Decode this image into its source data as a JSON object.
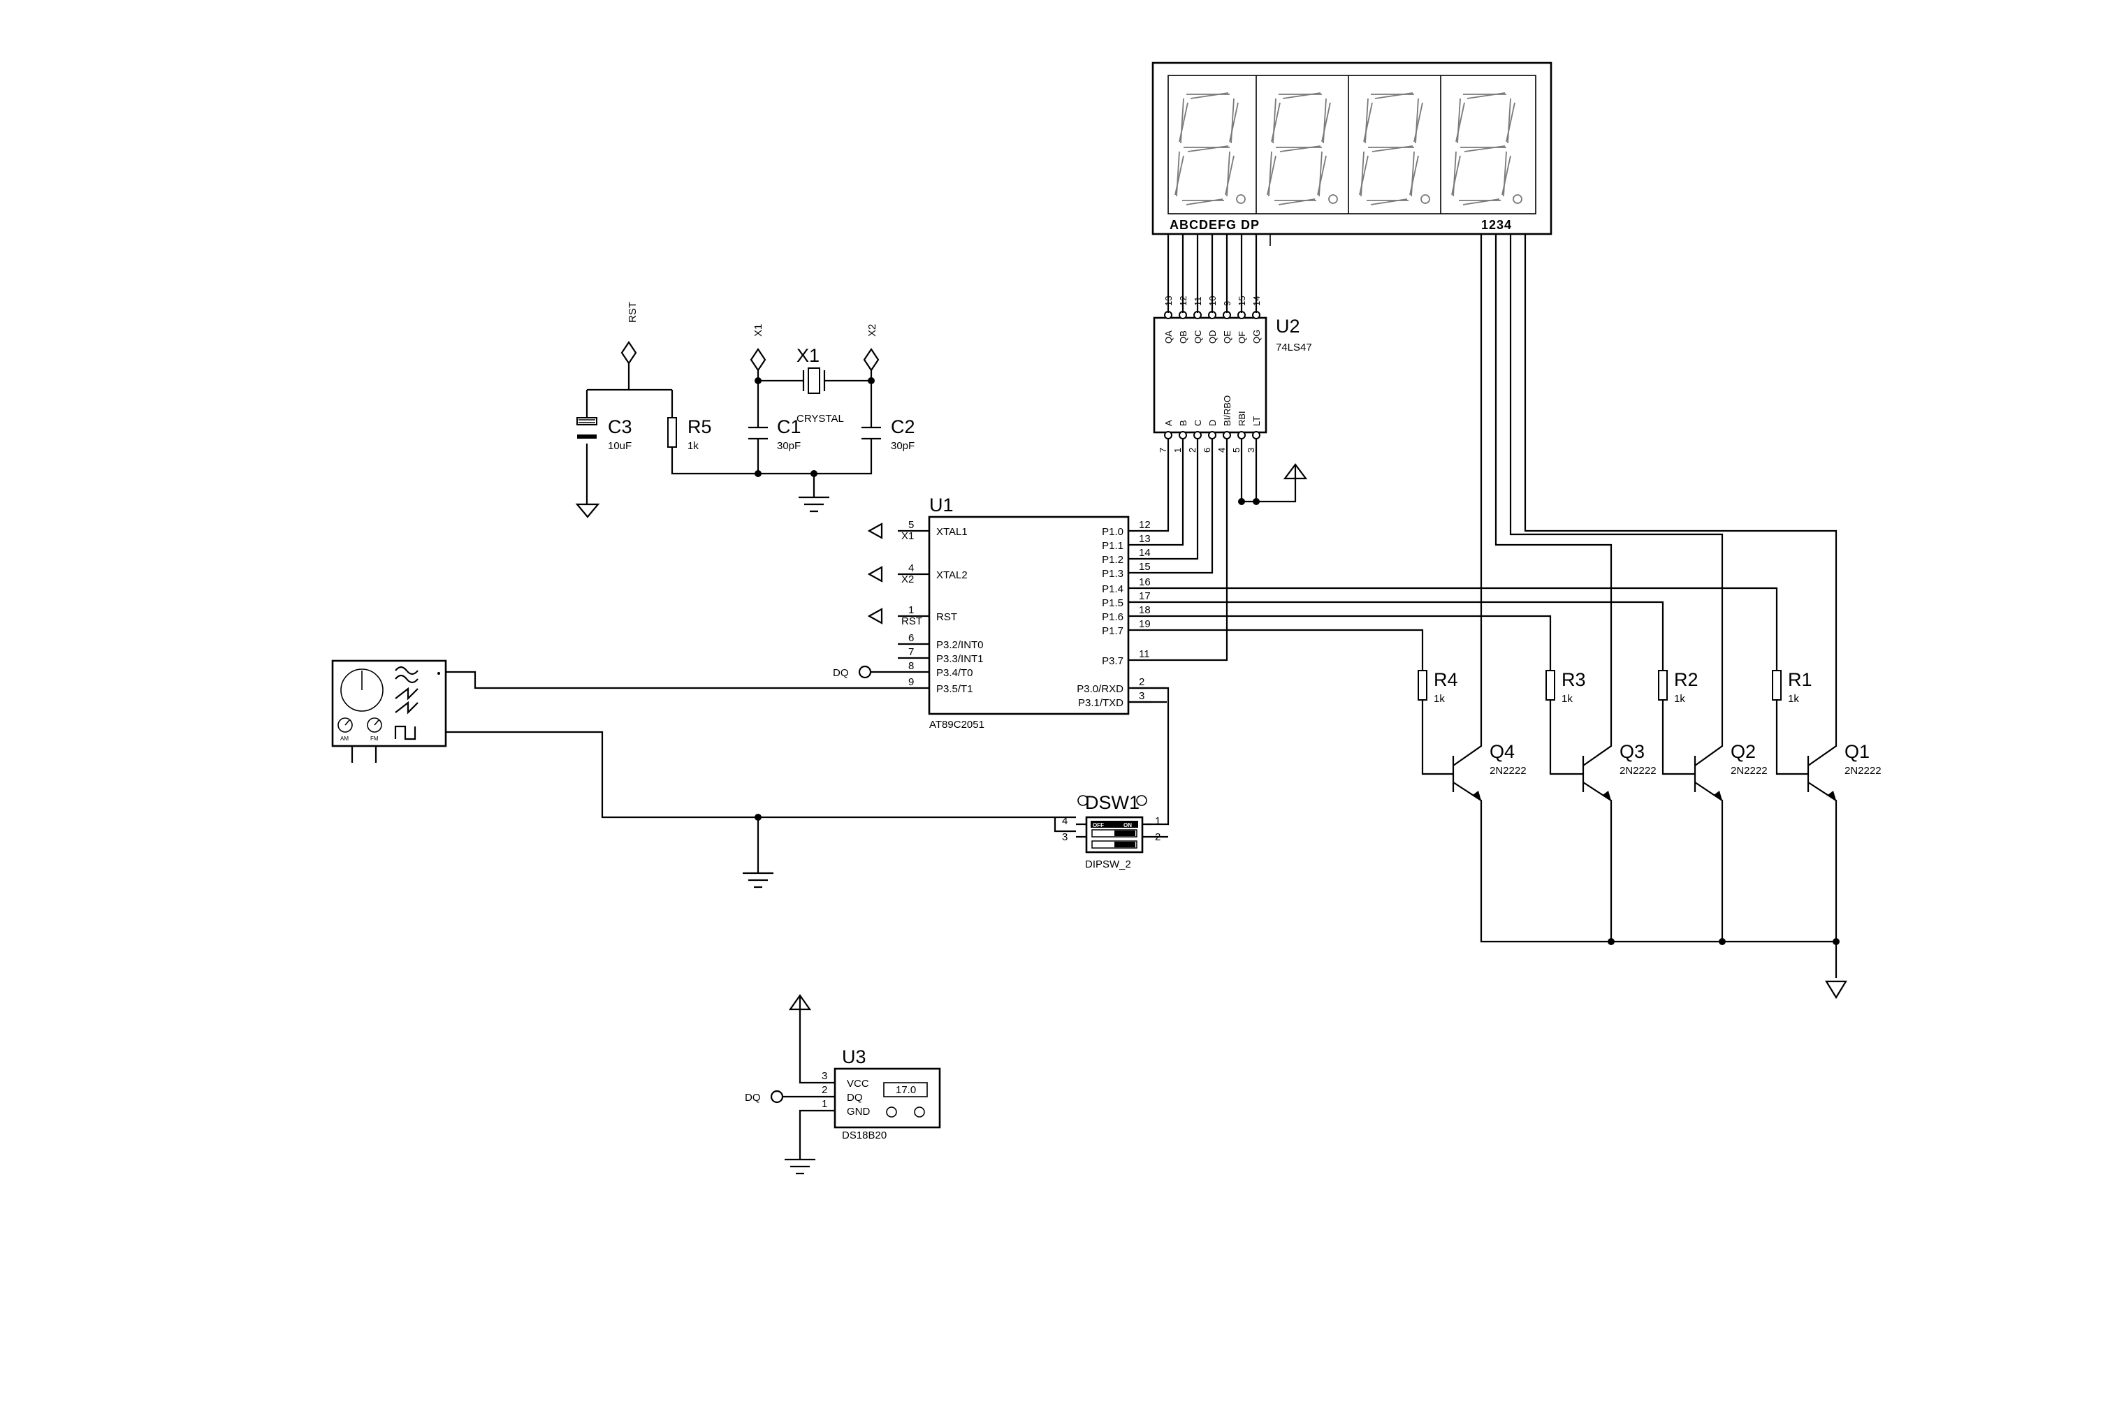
{
  "display": {
    "segment_labels": "ABCDEFG  DP",
    "digit_labels": "1234",
    "digit_count": 4
  },
  "u2": {
    "ref": "U2",
    "value": "74LS47",
    "top_pins": [
      {
        "num": "13",
        "name": "QA"
      },
      {
        "num": "12",
        "name": "QB"
      },
      {
        "num": "11",
        "name": "QC"
      },
      {
        "num": "10",
        "name": "QD"
      },
      {
        "num": "9",
        "name": "QE"
      },
      {
        "num": "15",
        "name": "QF"
      },
      {
        "num": "14",
        "name": "QG"
      }
    ],
    "bottom_pins": [
      {
        "num": "7",
        "name": "A"
      },
      {
        "num": "1",
        "name": "B"
      },
      {
        "num": "2",
        "name": "C"
      },
      {
        "num": "6",
        "name": "D"
      },
      {
        "num": "4",
        "name": "BI/RBO"
      },
      {
        "num": "5",
        "name": "RBI"
      },
      {
        "num": "3",
        "name": "LT"
      }
    ]
  },
  "u1": {
    "ref": "U1",
    "value": "AT89C2051",
    "left_pins": [
      {
        "num": "5",
        "name": "XTAL1",
        "net": "X1"
      },
      {
        "num": "4",
        "name": "XTAL2",
        "net": "X2"
      },
      {
        "num": "1",
        "name": "RST",
        "net": "RST"
      },
      {
        "num": "6",
        "name": "P3.2/INT0",
        "net": ""
      },
      {
        "num": "7",
        "name": "P3.3/INT1",
        "net": ""
      },
      {
        "num": "8",
        "name": "P3.4/T0",
        "net": ""
      },
      {
        "num": "9",
        "name": "P3.5/T1",
        "net": ""
      }
    ],
    "right_pins": [
      {
        "num": "12",
        "name": "P1.0"
      },
      {
        "num": "13",
        "name": "P1.1"
      },
      {
        "num": "14",
        "name": "P1.2"
      },
      {
        "num": "15",
        "name": "P1.3"
      },
      {
        "num": "16",
        "name": "P1.4"
      },
      {
        "num": "17",
        "name": "P1.5"
      },
      {
        "num": "18",
        "name": "P1.6"
      },
      {
        "num": "19",
        "name": "P1.7"
      },
      {
        "num": "11",
        "name": "P3.7"
      },
      {
        "num": "2",
        "name": "P3.0/RXD"
      },
      {
        "num": "3",
        "name": "P3.1/TXD"
      }
    ]
  },
  "u3": {
    "ref": "U3",
    "value": "DS18B20",
    "readout": "17.0",
    "pins": [
      {
        "num": "3",
        "name": "VCC"
      },
      {
        "num": "2",
        "name": "DQ"
      },
      {
        "num": "1",
        "name": "GND"
      }
    ]
  },
  "terminals": {
    "rst": "RST",
    "x1": "X1",
    "x2": "X2",
    "dq": "DQ"
  },
  "passives": {
    "c3": {
      "ref": "C3",
      "value": "10uF"
    },
    "r5": {
      "ref": "R5",
      "value": "1k"
    },
    "x1": {
      "ref": "X1",
      "value": "CRYSTAL"
    },
    "c1": {
      "ref": "C1",
      "value": "30pF"
    },
    "c2": {
      "ref": "C2",
      "value": "30pF"
    }
  },
  "resistors": [
    {
      "ref": "R4",
      "value": "1k"
    },
    {
      "ref": "R3",
      "value": "1k"
    },
    {
      "ref": "R2",
      "value": "1k"
    },
    {
      "ref": "R1",
      "value": "1k"
    }
  ],
  "transistors": [
    {
      "ref": "Q4",
      "value": "2N2222"
    },
    {
      "ref": "Q3",
      "value": "2N2222"
    },
    {
      "ref": "Q2",
      "value": "2N2222"
    },
    {
      "ref": "Q1",
      "value": "2N2222"
    }
  ],
  "dipswitch": {
    "ref": "DSW1",
    "value": "DIPSW_2",
    "off_label": "OFF",
    "on_label": "ON",
    "pins": [
      "4",
      "3",
      "1",
      "2"
    ]
  },
  "generator": {
    "am_label": "AM",
    "fm_label": "FM"
  }
}
